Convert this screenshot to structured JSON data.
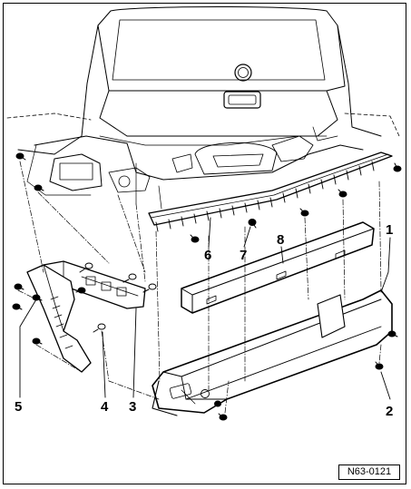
{
  "callouts": [
    {
      "id": "1",
      "label": "1"
    },
    {
      "id": "2",
      "label": "2"
    },
    {
      "id": "3",
      "label": "3"
    },
    {
      "id": "4",
      "label": "4"
    },
    {
      "id": "5",
      "label": "5"
    },
    {
      "id": "6",
      "label": "6"
    },
    {
      "id": "7",
      "label": "7"
    },
    {
      "id": "8",
      "label": "8"
    }
  ],
  "reference_code": "N63-0121",
  "colors": {
    "line": "#000000",
    "fill": "#ffffff",
    "shade": "#c8c8c8",
    "background": "#ffffff"
  }
}
